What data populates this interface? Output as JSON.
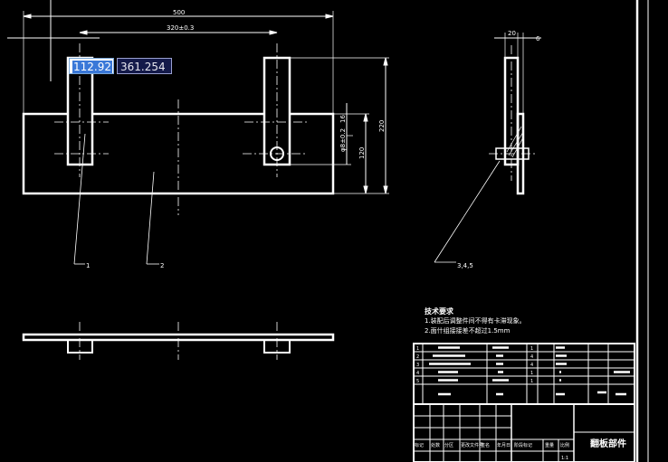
{
  "drawing": {
    "dim_overall_width": "500",
    "dim_hole_spacing": "320±0.3",
    "dim_overall_height": "220",
    "dim_inner_height": "120",
    "dim_hole_dia": "φ8±0.2",
    "dim_offset": "16",
    "dim_side_width": "20",
    "dim_side_thk": "6",
    "callout_1": "1",
    "callout_2": "2",
    "callout_345": "3,4,5"
  },
  "coordinate_input": {
    "x_value": "112.92",
    "y_value": "361.254"
  },
  "notes": {
    "title": "技术要求",
    "line1": "1.装配后调整件间不得有卡滞现象。",
    "line2": "2.面什组接接差不超过1.5mm"
  },
  "title_block": {
    "title": "翻板部件",
    "scale": "1:1",
    "headers": [
      "标记",
      "处数",
      "分区",
      "更改文件号",
      "签名",
      "年月日"
    ],
    "stage_labels": [
      "阶段标记",
      "重量",
      "比例"
    ]
  },
  "colors": {
    "background": "#000000",
    "line": "#ffffff",
    "cursor_highlight": "#3a78d8",
    "tooltip_bg": "#141a4a"
  }
}
